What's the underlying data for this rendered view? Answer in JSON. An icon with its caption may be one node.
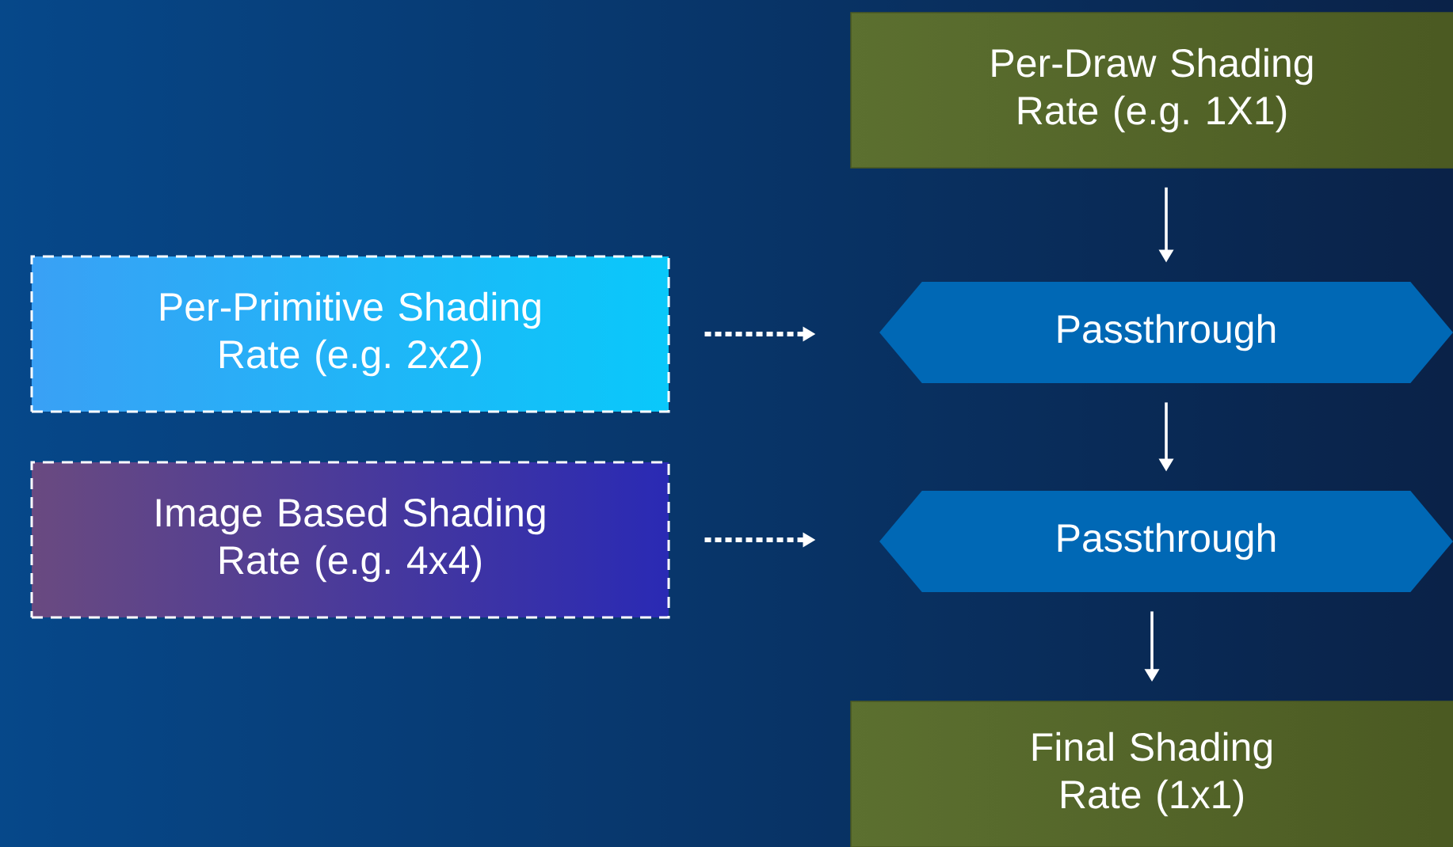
{
  "diagram": {
    "nodes": [
      {
        "text": [
          "Per-Draw Shading Rate (e.g. 1X1)"
        ]
      },
      {
        "text": [
          "Per-Primitive Shading Rate (e.g. 2x2)"
        ]
      },
      {
        "text": [
          "Passthrough"
        ]
      },
      {
        "text": [
          "Image Based Shading Rate (e.g. 4x4)"
        ]
      },
      {
        "text": [
          "Passthrough"
        ]
      },
      {
        "text": [
          "Final Shading Rate (1x1)"
        ]
      }
    ],
    "edges": [
      {
        "from": 0,
        "to": 2,
        "arrow": "to"
      },
      {
        "from": 1,
        "to": 2,
        "arrow": "to",
        "style": "dashed"
      },
      {
        "from": 2,
        "to": 4,
        "arrow": "to"
      },
      {
        "from": 3,
        "to": 4,
        "arrow": "to",
        "style": "dashed"
      },
      {
        "from": 4,
        "to": 5,
        "arrow": "to"
      }
    ]
  }
}
